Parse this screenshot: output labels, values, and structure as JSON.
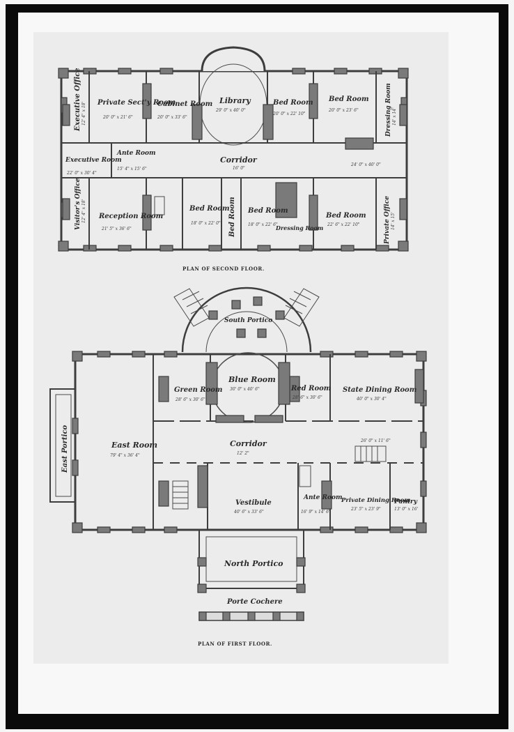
{
  "second_floor": {
    "caption": "PLAN OF SECOND FLOOR.",
    "rooms": {
      "executive_office": "Executive Office",
      "executive_office_dim": "12' 4\" x 18'",
      "private_sect_room": "Private Sect'y Room",
      "private_sect_room_dim": "20' 0\" x 21' 6\"",
      "cabinet_room": "Cabinet Room",
      "cabinet_room_dim": "20' 0\" x 33' 6\"",
      "library": "Library",
      "library_dim": "29' 0\" x 40' 0\"",
      "bed_room_1": "Bed Room",
      "bed_room_1_dim": "20' 0\" x 22' 10\"",
      "bed_room_2": "Bed Room",
      "bed_room_2_dim": "20' 0\" x 23' 6\"",
      "dressing_room_right": "Dressing Room",
      "dressing_room_right_dim": "14' x 14'",
      "ante_room": "Ante Room",
      "ante_room_dim": "15' 4\" x 15' 6\"",
      "executive_room": "Executive Room",
      "executive_room_dim": "22' 0\" x 30' 4\"",
      "corridor": "Corridor",
      "corridor_dim": "16' 0\"",
      "corridor_right_dim": "24' 0\" x 40' 0\"",
      "visitors_office": "Visitor's Office",
      "visitors_office_dim": "12' 4\" x 18'",
      "reception_room": "Reception Room",
      "reception_room_dim": "21' 5\" x 36' 6\"",
      "bed_room_3": "Bed Room",
      "bed_room_3_dim": "18' 0\" x 22' 0\"",
      "bed_room_vertical": "Bed Room",
      "bed_room_4": "Bed Room",
      "bed_room_4_dim": "18' 0\" x 22' 6\"",
      "dressing_room_center": "Dressing Room",
      "bed_room_5": "Bed Room",
      "bed_room_5_dim": "22' 6\" x 22' 10\"",
      "private_office": "Private Office",
      "private_office_dim": "14' x 15'"
    }
  },
  "first_floor": {
    "caption": "PLAN OF FIRST FLOOR.",
    "rooms": {
      "south_portico": "South Portico",
      "green_room": "Green Room",
      "green_room_dim": "28' 6\" x 30' 6\"",
      "blue_room": "Blue Room",
      "blue_room_dim": "30' 0\" x 40' 6\"",
      "red_room": "Red Room",
      "red_room_dim": "28' 6\" x 30' 6\"",
      "state_dining_room": "State Dining Room",
      "state_dining_room_dim": "40' 0\" x 30' 4\"",
      "east_portico": "East Portico",
      "east_room": "East Room",
      "east_room_dim": "79' 4\" x 36' 4\"",
      "corridor": "Corridor",
      "corridor_dim": "12' 2\"",
      "corridor_right_dim": "26' 0\" x 11' 6\"",
      "vestibule": "Vestibule",
      "vestibule_dim": "40' 6\" x 33' 6\"",
      "ante_room": "Ante Room",
      "ante_room_dim": "16' 9\" x 14' 6\"",
      "private_dining_room": "Private Dining Room",
      "private_dining_room_dim": "23' 5\" x 23' 9\"",
      "pantry": "Pantry",
      "pantry_dim": "13' 0\" x 16'",
      "north_portico": "North Portico",
      "porte_cochere": "Porte Cochere"
    }
  },
  "colors": {
    "paper": "#ececec",
    "wall": "#7a7a7a",
    "ink": "#2a2a2a",
    "frame": "#0a0a0a"
  }
}
